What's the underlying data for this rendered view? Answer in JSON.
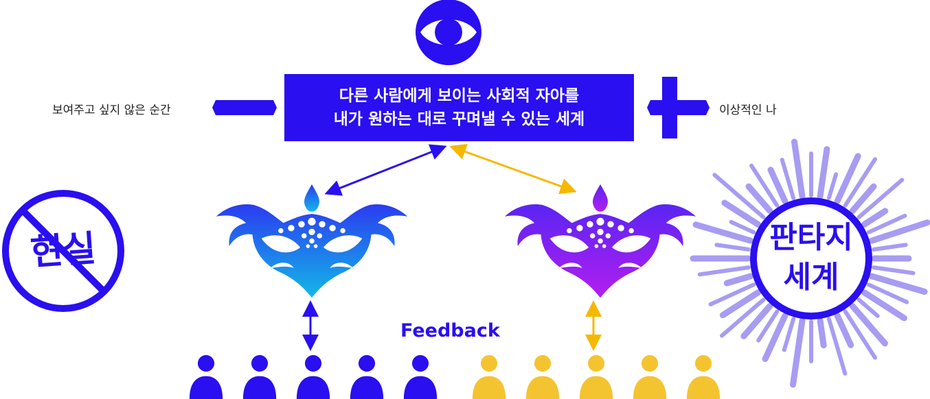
{
  "central_box": {
    "line1": "다른 사람에게 보이는 사회적 자아를",
    "line2": "내가 원하는 대로 꾸며낼 수 있는 세계"
  },
  "left_label": "보여주고 싶지 않은 순간",
  "right_label": "이상적인 나",
  "reality": {
    "text": "현실"
  },
  "fantasy": {
    "line1": "판타지",
    "line2": "세계"
  },
  "feedback_label": "Feedback",
  "colors": {
    "primary_blue": "#2a0ff0",
    "yellow": "#f4c430",
    "arrow_yellow": "#f5b800",
    "mask_left_top": "#2b3cf0",
    "mask_left_bottom": "#12b8e8",
    "mask_right_top": "#5a25f2",
    "mask_right_bottom": "#b21ef0",
    "burst": "#a79cf2"
  },
  "icons": [
    "eye-icon",
    "minus-icon",
    "plus-icon",
    "mask-icon",
    "person-icon",
    "burst-icon",
    "no-sign-icon"
  ],
  "people": {
    "blue_count": 5,
    "yellow_count": 5
  }
}
